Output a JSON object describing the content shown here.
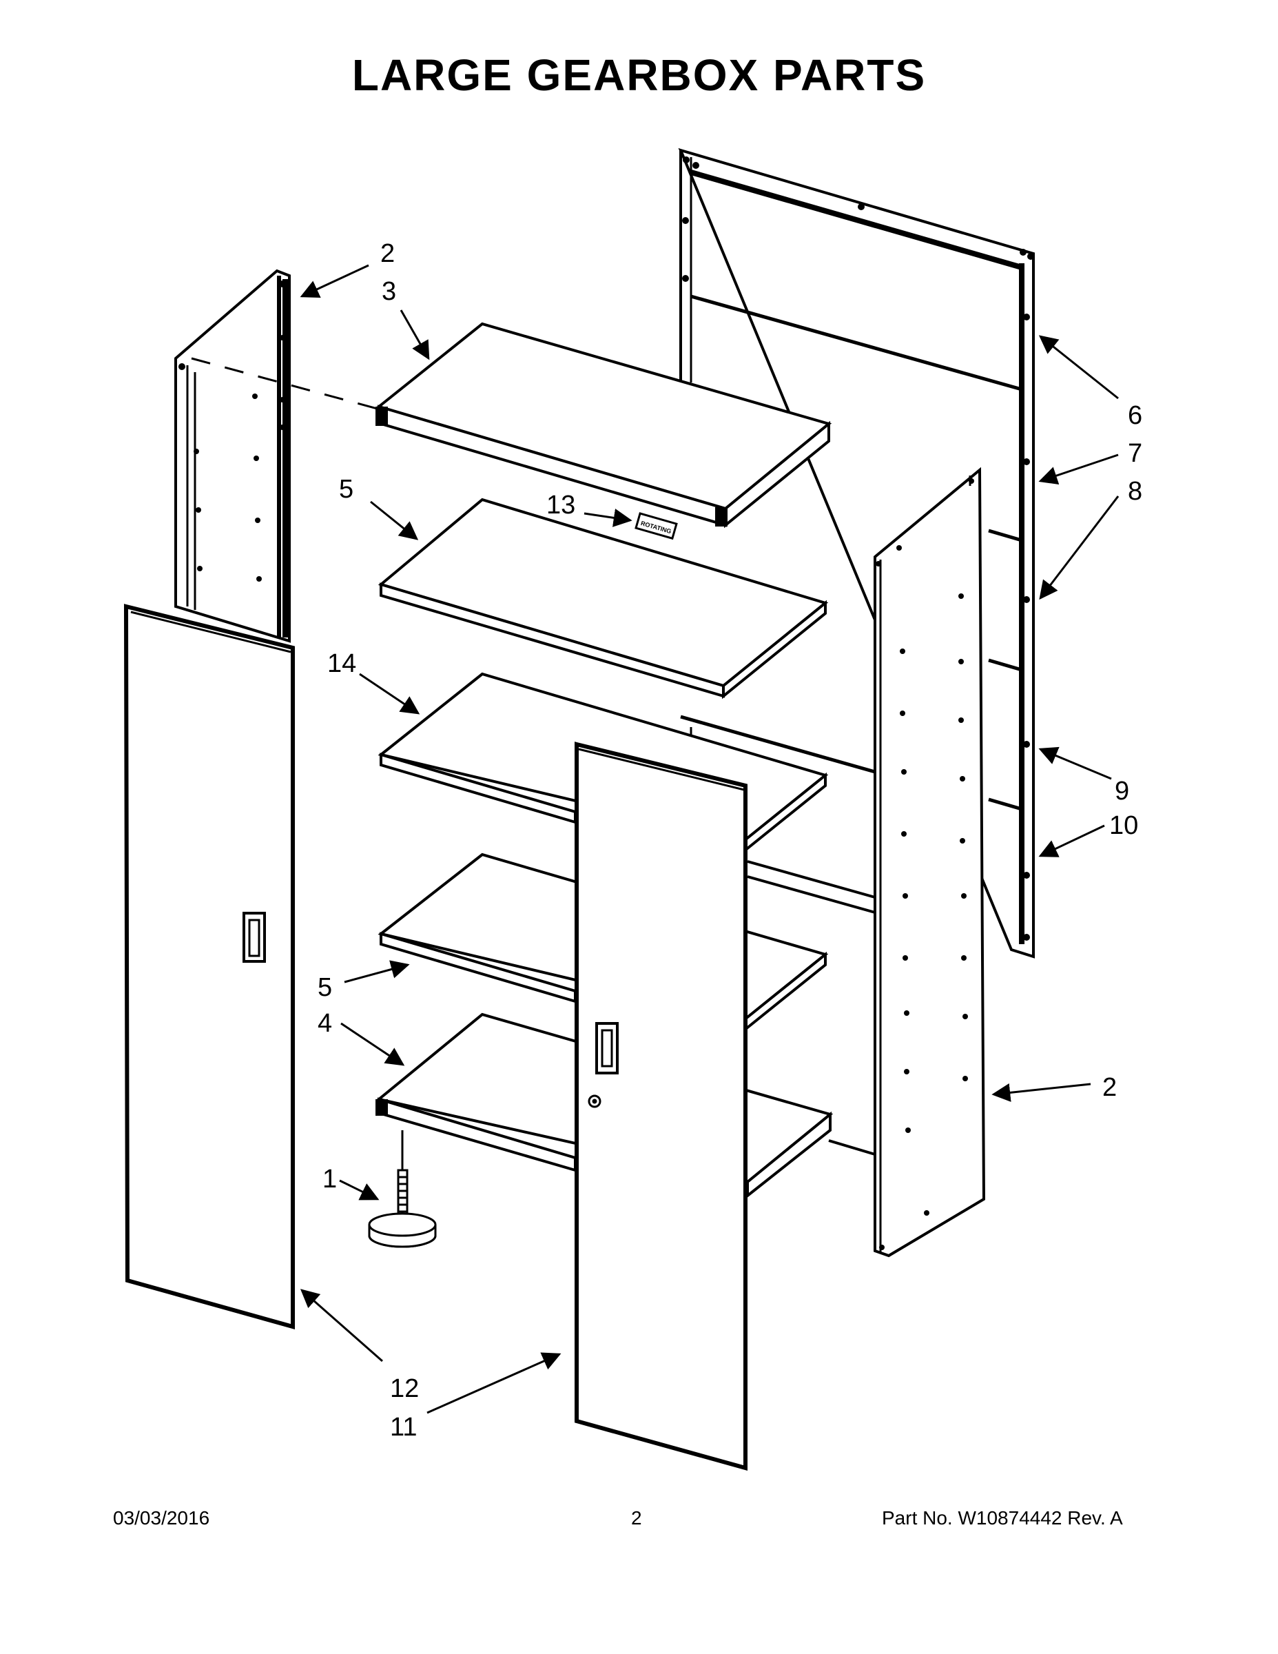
{
  "title": "LARGE GEARBOX PARTS",
  "callouts": [
    "2",
    "3",
    "5",
    "13",
    "14",
    "5",
    "4",
    "1",
    "12",
    "11",
    "6",
    "7",
    "8",
    "9",
    "10",
    "2"
  ],
  "label_text": "ROTATING",
  "footer": {
    "date": "03/03/2016",
    "page": "2",
    "part": "Part No.  W10874442  Rev.  A"
  }
}
